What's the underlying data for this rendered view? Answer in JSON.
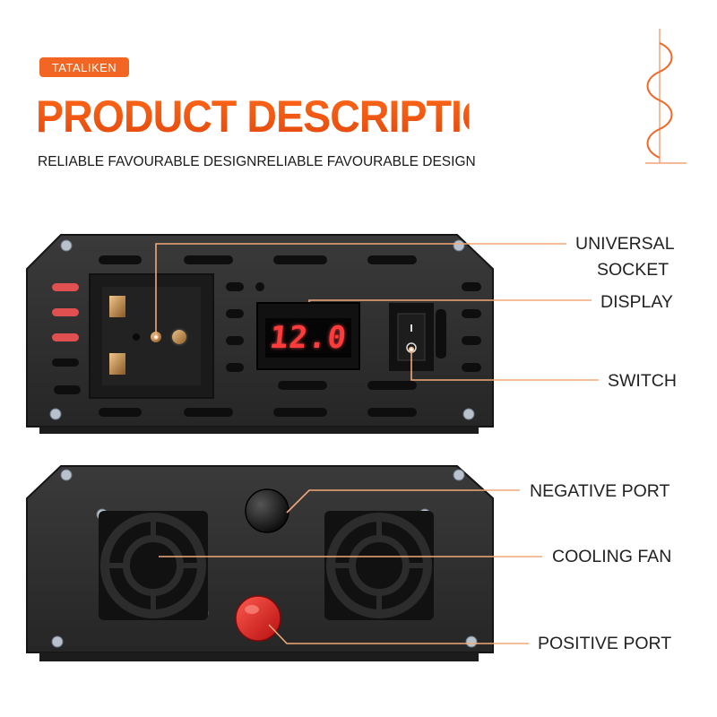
{
  "header": {
    "brand": "TATALIKEN",
    "title": "PRODUCT DESCRIPTION",
    "subtitle": "RELIABLE FAVOURABLE DESIGNRELIABLE FAVOURABLE DESIGN"
  },
  "front_panel": {
    "display_reading": "12.0",
    "callouts": {
      "socket_line1": "UNIVERSAL",
      "socket_line2": "SOCKET",
      "display": "DISPLAY",
      "switch": "SWITCH"
    }
  },
  "rear_panel": {
    "callouts": {
      "negative": "NEGATIVE PORT",
      "fan": "COOLING FAN",
      "positive": "POSITIVE PORT"
    }
  },
  "colors": {
    "accent_orange": "#f26522",
    "title_gradient_start": "#ff6a1a",
    "title_gradient_end": "#e2470c",
    "panel_dark": "#2b2b2b",
    "leader_line": "#f1a97a"
  }
}
